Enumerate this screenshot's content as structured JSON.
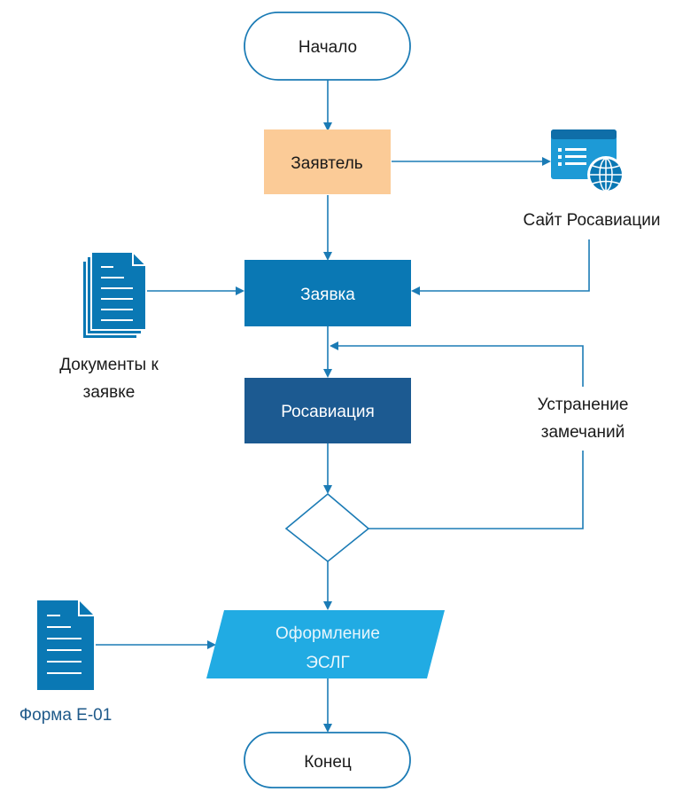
{
  "nodes": {
    "start": "Начало",
    "applicant": "Заявтель",
    "application": "Заявка",
    "rosaviation": "Росавиация",
    "processing": [
      "Оформление",
      "ЭСЛГ"
    ],
    "end": "Конец"
  },
  "side_labels": {
    "website": "Сайт Росавиации",
    "documents": [
      "Документы к",
      "заявке"
    ],
    "fix_remarks": [
      "Устранение",
      "замечаний"
    ],
    "form": "Форма Е-01"
  },
  "colors": {
    "connector": "#1b7bb5",
    "applicant_fill": "#fbcb97",
    "application_fill": "#0a78b4",
    "rosaviation_fill": "#1c5a91",
    "processing_fill": "#21abe3",
    "document_icon": "#0a78b4",
    "terminal_border": "#1b7bb5"
  },
  "icons": {
    "website": "website-globe-icon",
    "documents": "document-stack-icon",
    "form": "document-icon"
  }
}
